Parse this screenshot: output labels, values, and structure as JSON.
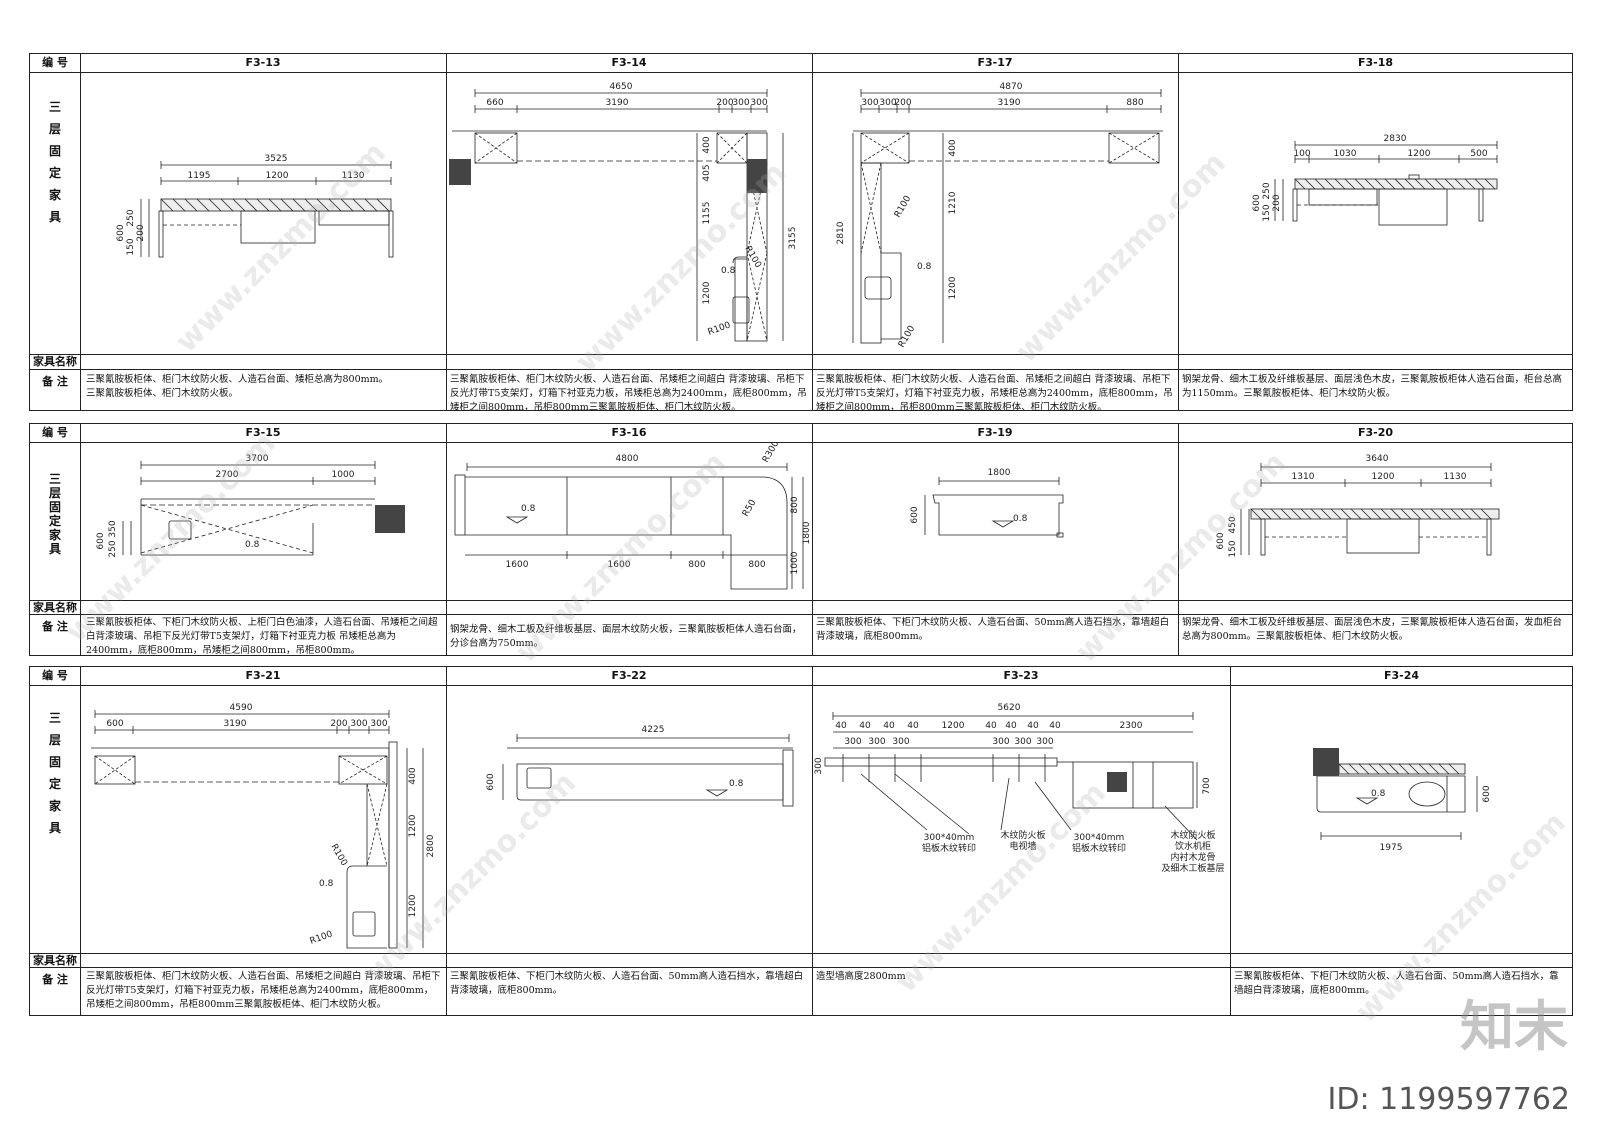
{
  "header_label": "编 号",
  "row_label": "三层固定家具",
  "row_label_chars": [
    "三",
    "层",
    "固",
    "定",
    "家",
    "具"
  ],
  "furniture_name_label": "家具名称",
  "notes_label": "备 注",
  "section1": {
    "codes": [
      "F3-13",
      "F3-14",
      "F3-17",
      "F3-18"
    ],
    "notes": [
      "三聚氰胺板柜体、柜门木纹防火板、人造石台面、矮柜总高为800mm。\n三聚氰胺板柜体、柜门木纹防火板。",
      "三聚氰胺板柜体、柜门木纹防火板、人造石台面、吊矮柜之间超白 背漆玻璃、吊柜下反光灯带T5支架灯，灯箱下衬亚克力板，吊矮柜总高为2400mm，底柜800mm，吊矮柜之间800mm，吊柜800mm三聚氰胺板柜体、柜门木纹防火板。",
      "三聚氰胺板柜体、柜门木纹防火板、人造石台面、吊矮柜之间超白 背漆玻璃、吊柜下反光灯带T5支架灯，灯箱下衬亚克力板，吊矮柜总高为2400mm，底柜800mm，吊矮柜之间800mm，吊柜800mm三聚氰胺板柜体、柜门木纹防火板。",
      "钢架龙骨、细木工板及纤维板基层、面层浅色木皮，三聚氰胺板柜体人造石台面，柜台总高为1150mm。三聚氰胺板柜体、柜门木纹防火板。"
    ]
  },
  "section2": {
    "codes": [
      "F3-15",
      "F3-16",
      "F3-19",
      "F3-20"
    ],
    "notes": [
      "三聚氰胺板柜体、下柜门木纹防火板、上柜门白色油漆，人造石台面、吊矮柜之间超白背漆玻璃、吊柜下反光灯带T5支架灯，灯箱下衬亚克力板 吊矮柜总高为2400mm，底柜800mm，吊矮柜之间800mm，吊柜800mm。",
      "钢架龙骨、细木工板及纤维板基层、面层木纹防火板，三聚氰胺板柜体人造石台面，分诊台高为750mm。",
      "三聚氰胺板柜体、下柜门木纹防火板、人造石台面、50mm高人造石挡水，靠墙超白背漆玻璃，底柜800mm。",
      "钢架龙骨、细木工板及纤维板基层、面层浅色木皮，三聚氰胺板柜体人造石台面，发血柜台总高为800mm。三聚氰胺板柜体、柜门木纹防火板。"
    ]
  },
  "section3": {
    "codes": [
      "F3-21",
      "F3-22",
      "F3-23",
      "F3-24"
    ],
    "notes": [
      "三聚氰胺板柜体、柜门木纹防火板、人造石台面、吊矮柜之间超白 背漆玻璃、吊柜下反光灯带T5支架灯，灯箱下衬亚克力板，吊矮柜总高为2400mm，底柜800mm，吊矮柜之间800mm，吊柜800mm三聚氰胺板柜体、柜门木纹防火板。",
      "三聚氰胺板柜体、下柜门木纹防火板、人造石台面、50mm高人造石挡水，靠墙超白背漆玻璃，底柜800mm。",
      "造型墙高度2800mm",
      "三聚氰胺板柜体、下柜门木纹防火板、人造石台面、50mm高人造石挡水，靠墙超白背漆玻璃，底柜800mm。"
    ]
  },
  "dims": {
    "f313": {
      "total": "3525",
      "a": "1195",
      "b": "1200",
      "c": "1130",
      "h1": "600",
      "h2": "250",
      "h3": "150",
      "h4": "200"
    },
    "f314": {
      "total": "4650",
      "a": "660",
      "b": "3190",
      "c": "200",
      "d": "300",
      "e": "300",
      "v1": "400",
      "v2": "405",
      "v3": "1155",
      "v4": "1200",
      "v5": "3155",
      "r1": "R100",
      "r2": "R100",
      "slope": "0.8"
    },
    "f317": {
      "total": "4870",
      "a": "300",
      "b": "300",
      "c": "200",
      "d": "3190",
      "e": "880",
      "v1": "400",
      "v2": "1210",
      "v3": "1200",
      "v4": "2810",
      "r1": "R100",
      "r2": "R100",
      "slope": "0.8"
    },
    "f318": {
      "total": "2830",
      "a": "100",
      "b": "1030",
      "c": "1200",
      "d": "500",
      "h1": "600",
      "h2": "250",
      "h3": "150",
      "h4": "200"
    },
    "f315": {
      "total": "3700",
      "a": "2700",
      "b": "1000",
      "h1": "600",
      "h2": "350",
      "h3": "250",
      "slope": "0.8"
    },
    "f316": {
      "total": "4800",
      "a": "1600",
      "b": "1600",
      "c": "800",
      "d": "800",
      "v1": "800",
      "v2": "1000",
      "v3": "1800",
      "r1": "R300",
      "r2": "R50",
      "slope": "0.8"
    },
    "f319": {
      "total": "1800",
      "h": "600",
      "slope": "0.8"
    },
    "f320": {
      "total": "3640",
      "a": "1310",
      "b": "1200",
      "c": "1130",
      "h1": "600",
      "h2": "450",
      "h3": "150"
    },
    "f321": {
      "total": "4590",
      "a": "600",
      "b": "3190",
      "c": "200",
      "d": "300",
      "e": "300",
      "v1": "400",
      "v2": "1200",
      "v3": "1200",
      "v4": "2800",
      "r1": "R100",
      "r2": "R100",
      "slope": "0.8"
    },
    "f322": {
      "total": "4225",
      "h": "600",
      "slope": "0.8"
    },
    "f323": {
      "total": "5620",
      "s40": "40",
      "s300": "300",
      "s1200": "1200",
      "s2300": "2300",
      "h300": "300",
      "h700": "700",
      "lbl1a": "300*40mm",
      "lbl1b": "铝板木纹转印",
      "lbl2a": "木纹防火板",
      "lbl2b": "电视墙",
      "lbl3a": "300*40mm",
      "lbl3b": "铝板木纹转印",
      "lbl4a": "木纹防火板",
      "lbl4b": "饮水机柜",
      "lbl4c": "内衬木龙骨",
      "lbl4d": "及细木工板基层"
    },
    "f324": {
      "total": "1975",
      "h": "600",
      "slope": "0.8"
    }
  },
  "watermarks": [
    "www.znzmo.com",
    "www.znzmo.com",
    "www.znzmo.com",
    "www.znzmo.com",
    "www.znzmo.com",
    "www.znzmo.com",
    "www.znzmo.com",
    "www.znzmo.com",
    "www.znzmo.com"
  ],
  "logo": "知末",
  "image_id": "ID: 1199597762"
}
